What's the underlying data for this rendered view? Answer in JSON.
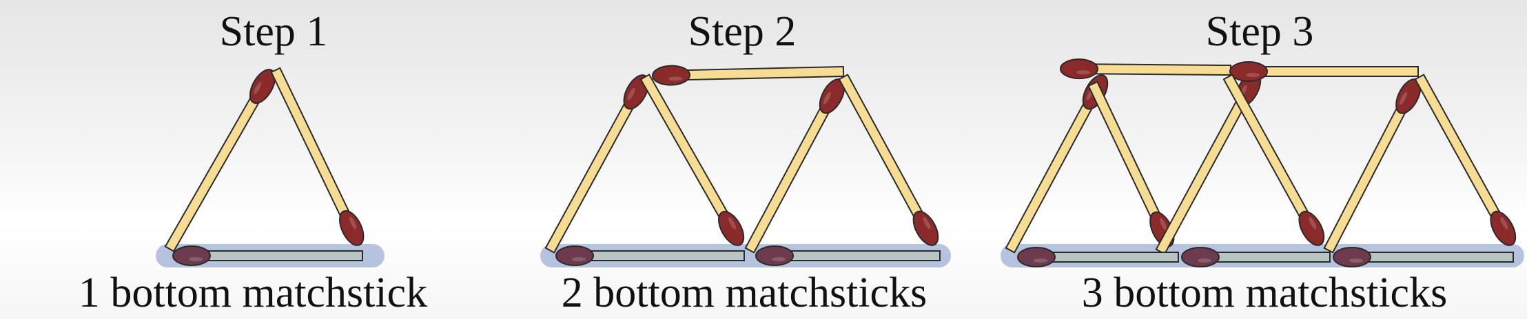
{
  "steps": [
    {
      "title": "Step 1",
      "caption": "1 bottom matchstick"
    },
    {
      "title": "Step 2",
      "caption": "2 bottom matchsticks"
    },
    {
      "title": "Step 3",
      "caption": "3 bottom matchsticks"
    }
  ],
  "colors": {
    "stick_wood": "#f7dc94",
    "stick_outline": "#2a2a2a",
    "match_head": "#8b2a2a",
    "bottom_stick": "#b9c5c2",
    "bottom_glow": "#9fb0d6",
    "bottom_head": "#6e3b4e"
  }
}
